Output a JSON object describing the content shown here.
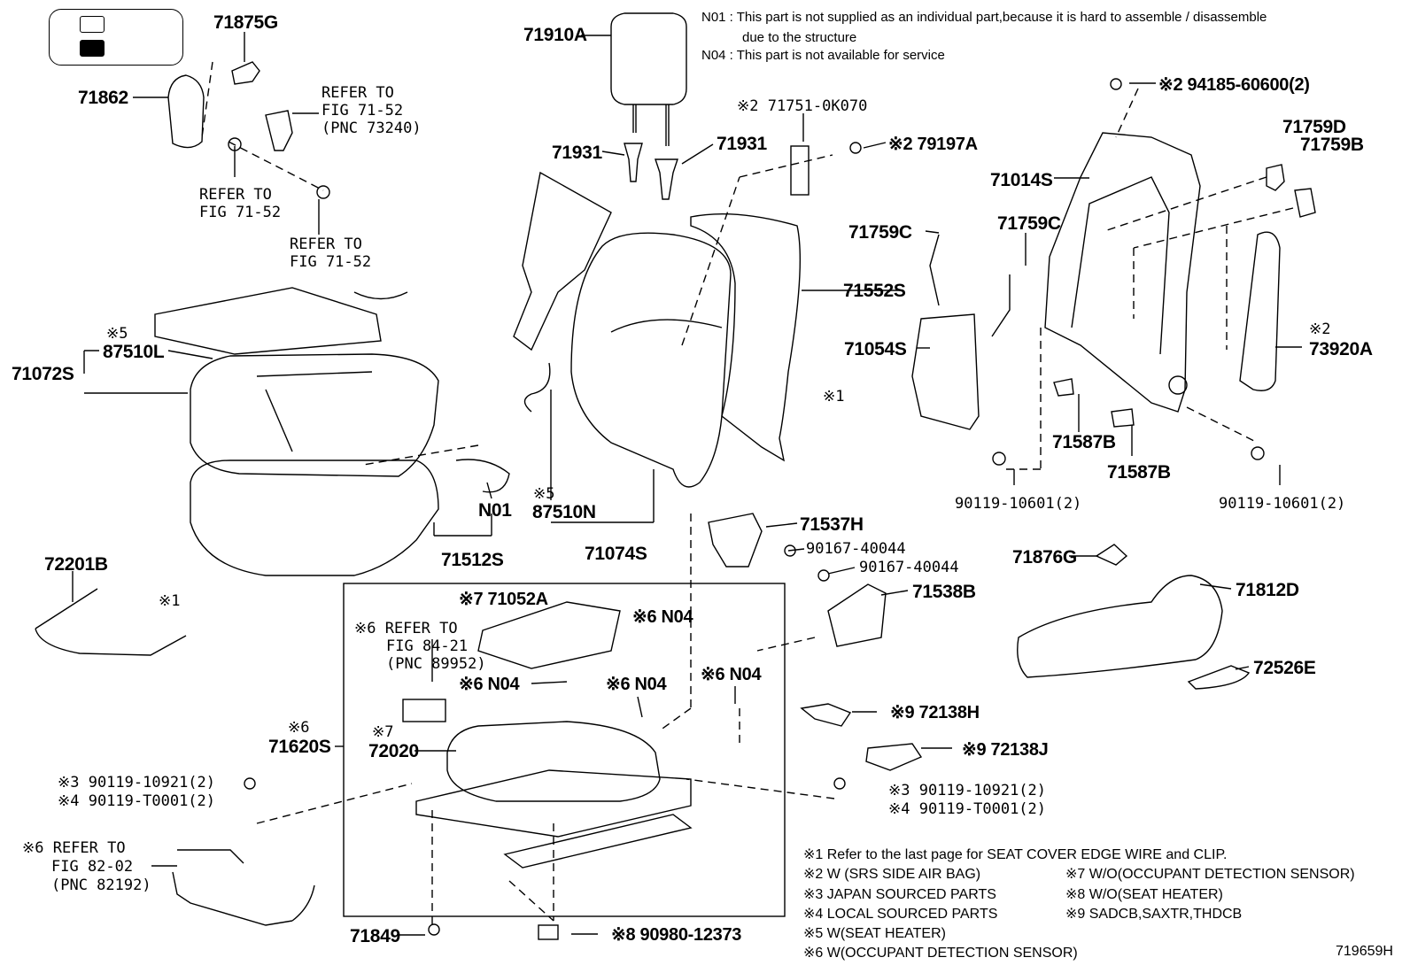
{
  "notes": {
    "n01": "N01 : This part is not supplied as an individual part,because it is hard to assemble / disassemble",
    "n01_cont": "due to the structure",
    "n04": "N04 : This part is not available for service"
  },
  "labels": {
    "p71875G": "71875G",
    "p71862": "71862",
    "refer_a_1": "REFER TO",
    "refer_a_2": "FIG 71-52",
    "refer_a_3": "(PNC 73240)",
    "refer_b_1": "REFER TO",
    "refer_b_2": "FIG 71-52",
    "refer_c_1": "REFER TO",
    "refer_c_2": "FIG 71-52",
    "p71910A": "71910A",
    "p71931a": "71931",
    "p71931b": "71931",
    "p71751": "※2 71751-0K070",
    "p79197A": "※2 79197A",
    "p94185": "※2 94185-60600(2)",
    "p71759D": "71759D",
    "p71759B": "71759B",
    "p71014S": "71014S",
    "p71759Ca": "71759C",
    "p71759Cb": "71759C",
    "p71552S": "71552S",
    "p71054S": "71054S",
    "p73920A_mark": "※2",
    "p73920A": "73920A",
    "p71587Ba": "71587B",
    "p71587Bb": "71587B",
    "p90119a": "90119-10601(2)",
    "p90119b": "90119-10601(2)",
    "mark5a": "※5",
    "p87510L": "87510L",
    "p71072S": "71072S",
    "mark1a": "※1",
    "mark5b": "※5",
    "p87510N": "87510N",
    "pN01": "N01",
    "p71512S": "71512S",
    "p71074S": "71074S",
    "p72201B": "72201B",
    "mark1b": "※1",
    "p71537H": "71537H",
    "p90167a": "90167-40044",
    "p90167b": "90167-40044",
    "p71538B": "71538B",
    "p71876G": "71876G",
    "p71812D": "71812D",
    "p72526E": "72526E",
    "p71052A": "※7 71052A",
    "refer_d_1": "※6 REFER TO",
    "refer_d_2": "FIG 84-21",
    "refer_d_3": "(PNC 89952)",
    "pN04a": "※6 N04",
    "pN04b": "※6 N04",
    "pN04c": "※6 N04",
    "pN04d": "※6 N04",
    "p72138H": "※9 72138H",
    "p72138J": "※9 72138J",
    "mark6": "※6",
    "p71620S": "71620S",
    "mark7": "※7",
    "p72020": "72020",
    "p90119_3a": "※3 90119-10921(2)",
    "p90119_4a": "※4 90119-T0001(2)",
    "p90119_3b": "※3 90119-10921(2)",
    "p90119_4b": "※4 90119-T0001(2)",
    "refer_e_1": "※6 REFER TO",
    "refer_e_2": "FIG 82-02",
    "refer_e_3": "(PNC 82192)",
    "p71849": "71849",
    "p90980": "※8 90980-12373"
  },
  "footnotes": {
    "f1": "※1  Refer to the last page for SEAT COVER EDGE WIRE and CLIP.",
    "f2": "※2  W (SRS SIDE AIR BAG)",
    "f3": "※3  JAPAN SOURCED PARTS",
    "f4": "※4  LOCAL SOURCED PARTS",
    "f5": "※5  W(SEAT HEATER)",
    "f6": "※6  W(OCCUPANT DETECTION SENSOR)",
    "f7": "※7  W/O(OCCUPANT DETECTION SENSOR)",
    "f8": "※8  W/O(SEAT HEATER)",
    "f9": "※9    SADCB,SAXTR,THDCB"
  },
  "figure_id": "719659H"
}
